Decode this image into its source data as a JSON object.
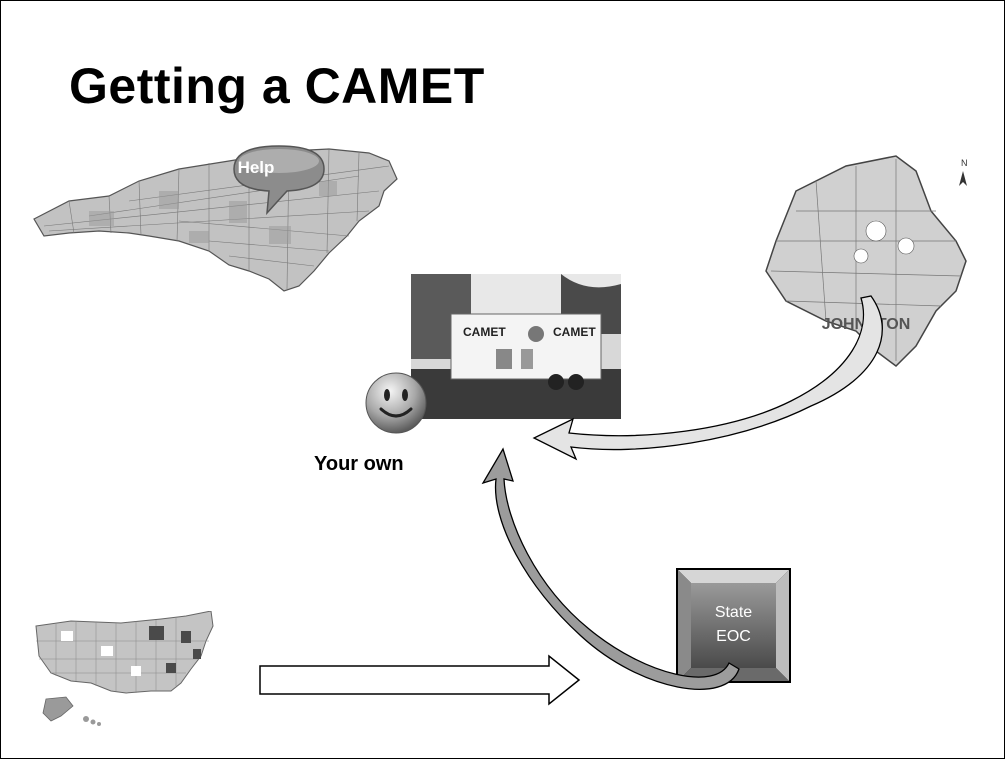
{
  "slide": {
    "title": "Getting a CAMET",
    "help_bubble": "Help",
    "your_own_label": "Your own",
    "state_eoc_line1": "State",
    "state_eoc_line2": "EOC"
  },
  "photo": {
    "trailer_text_left": "CAMET",
    "trailer_text_right": "CAMET"
  },
  "county_map": {
    "county_name": "JOHNSTON",
    "north_label": "N"
  },
  "colors": {
    "arrow_fill": "#ffffff",
    "arrow_stroke": "#000000",
    "map_fill": "#b8b8b8",
    "eoc_dark": "#5a5a5a",
    "eoc_light": "#c8c8c8"
  }
}
